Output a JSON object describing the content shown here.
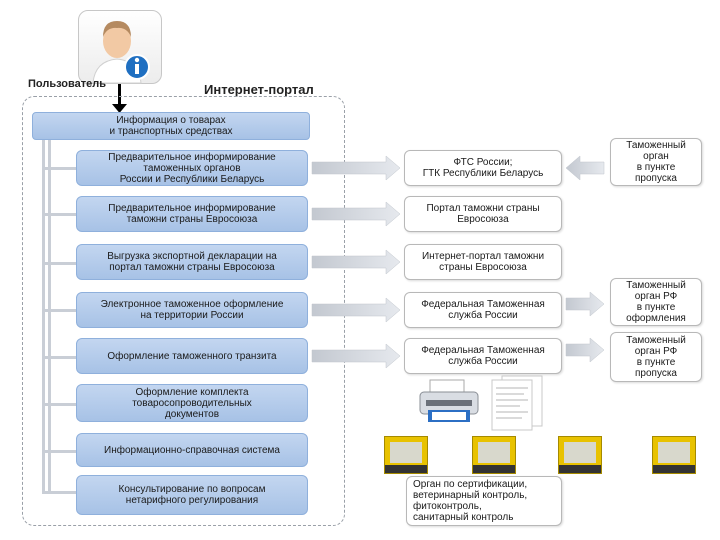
{
  "user": {
    "label": "Пользователь"
  },
  "portal": {
    "title": "Интернет-портал"
  },
  "info_box": {
    "text": "Информация о товарах\nи транспортных средствах"
  },
  "services": [
    {
      "text": "Предварительное информирование\nтаможенных органов\nРоссии и Республики Беларусь"
    },
    {
      "text": "Предварительное информирование\nтаможни страны Евросоюза"
    },
    {
      "text": "Выгрузка экспортной декларации на\nпортал таможни страны Евросоюза"
    },
    {
      "text": "Электронное таможенное оформление\nна территории России"
    },
    {
      "text": "Оформление таможенного транзита"
    },
    {
      "text": "Оформление комплекта\nтоваросопроводительных\nдокументов"
    },
    {
      "text": "Информационно-справочная система"
    },
    {
      "text": "Консультирование по вопросам\nнетарифного регулирования"
    }
  ],
  "targets": [
    {
      "text": "ФТС России;\nГТК Республики Беларусь"
    },
    {
      "text": "Портал таможни страны\nЕвросоюза"
    },
    {
      "text": "Интернет-портал таможни\nстраны Евросоюза"
    },
    {
      "text": "Федеральная Таможенная\nслужба России"
    },
    {
      "text": "Федеральная Таможенная\nслужба России"
    },
    {
      "text": "Орган по сертификации,\nветеринарный контроль,\nфитоконтроль,\nсанитарный контроль"
    }
  ],
  "customs": [
    {
      "text": "Таможенный\nорган\nв пункте\nпропуска"
    },
    {
      "text": "Таможенный\nорган РФ\nв пункте\nоформления"
    },
    {
      "text": "Таможенный\nорган РФ\nв пункте\nпропуска"
    }
  ],
  "icons": {
    "user": "user-avatar-info-icon",
    "printer": "printer-icon",
    "documents": "documents-icon",
    "books": "reference-book-icon"
  }
}
